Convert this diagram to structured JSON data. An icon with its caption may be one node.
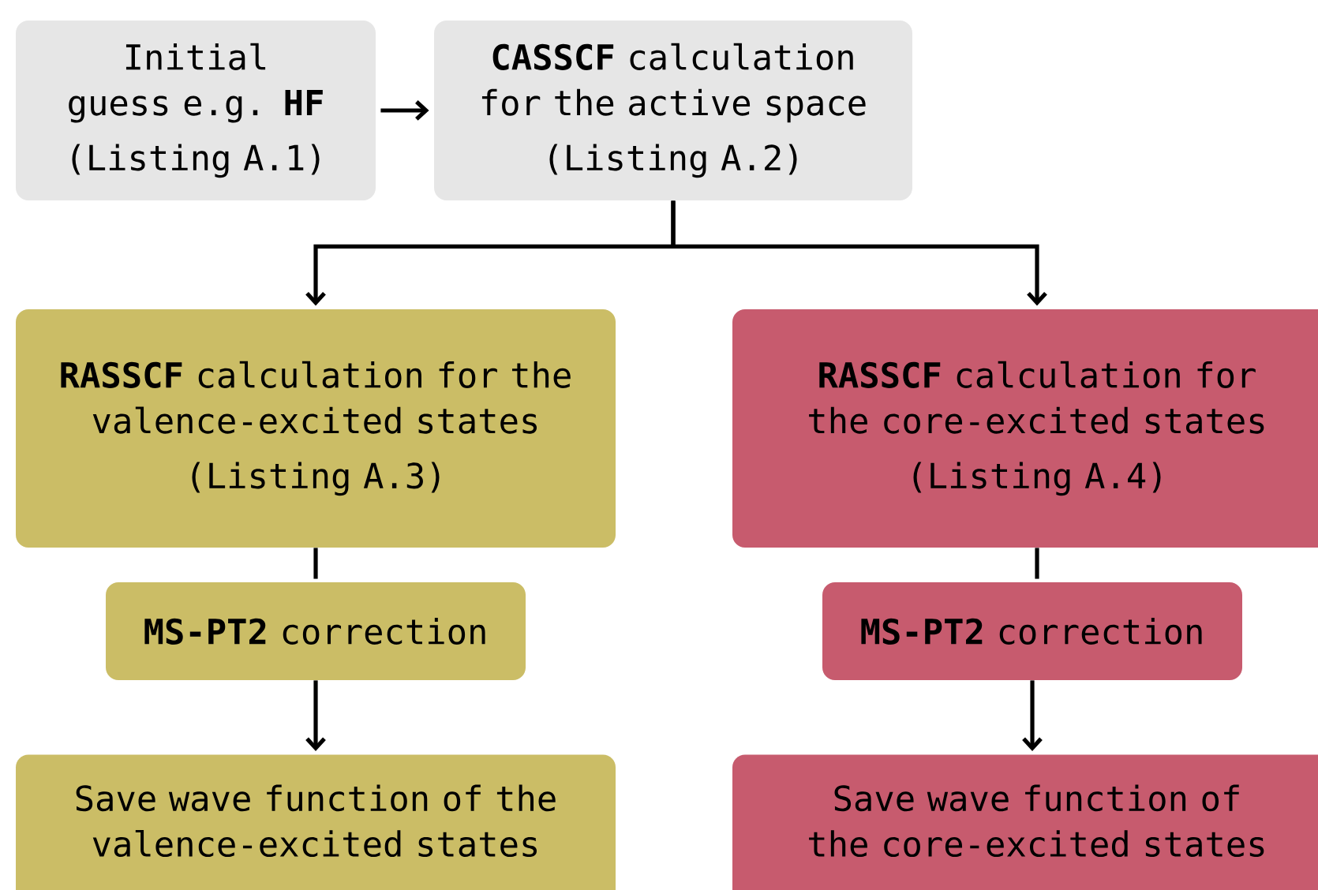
{
  "diagram": {
    "nodes": [
      {
        "text": [
          "Initial guess e.g. **HF**",
          "(Listing A.1)"
        ]
      },
      {
        "text": [
          "**CASSCF** calculation for the active space",
          "(Listing A.2)"
        ]
      },
      {
        "text": [
          "**RASSCF** calculation for the valence-excited states",
          "(Listing A.3)"
        ]
      },
      {
        "text": [
          "**RASSCF** calculation for the core-excited states",
          "(Listing A.4)"
        ]
      },
      {
        "text": [
          "**MS-PT2** correction"
        ]
      },
      {
        "text": [
          "**MS-PT2** correction"
        ]
      },
      {
        "text": [
          "Save wave function of the valence-excited states"
        ]
      },
      {
        "text": [
          "Save wave function of the core-excited states"
        ]
      }
    ],
    "edges": [
      {
        "from": 0,
        "to": 1,
        "arrow": "to"
      },
      {
        "from": 1,
        "to": 2,
        "arrow": "to"
      },
      {
        "from": 1,
        "to": 3,
        "arrow": "to"
      },
      {
        "from": 2,
        "to": 4,
        "arrow": "none"
      },
      {
        "from": 4,
        "to": 6,
        "arrow": "to"
      },
      {
        "from": 3,
        "to": 5,
        "arrow": "none"
      },
      {
        "from": 5,
        "to": 7,
        "arrow": "to"
      }
    ]
  }
}
